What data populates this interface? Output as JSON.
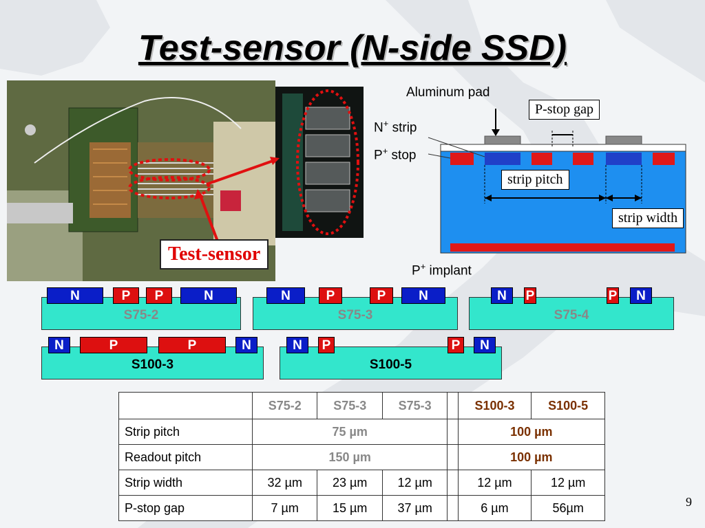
{
  "title": "Test-sensor (N-side SSD)",
  "photo": {
    "label": "Test-sensor"
  },
  "cross_section": {
    "aluminum_pad": "Aluminum pad",
    "n_strip_prefix": "N",
    "n_strip_sup": "+",
    "n_strip_suffix": " strip",
    "p_stop_prefix": "P",
    "p_stop_sup": "+",
    "p_stop_suffix": " stop",
    "p_implant_prefix": "P",
    "p_implant_sup": "+",
    "p_implant_suffix": " implant",
    "pstop_gap": "P-stop gap",
    "strip_pitch": "strip pitch",
    "strip_width": "strip width"
  },
  "sensors": {
    "s75_2": {
      "name": "S75-2",
      "chips": [
        "N",
        "P",
        "P",
        "N"
      ]
    },
    "s75_3": {
      "name": "S75-3",
      "chips": [
        "N",
        "P",
        "P",
        "N"
      ]
    },
    "s75_4": {
      "name": "S75-4",
      "chips": [
        "N",
        "P",
        "P",
        "N"
      ]
    },
    "s100_3": {
      "name": "S100-3",
      "chips": [
        "N",
        "P",
        "P",
        "N"
      ]
    },
    "s100_5": {
      "name": "S100-5",
      "chips": [
        "N",
        "P",
        "P",
        "N"
      ]
    }
  },
  "table": {
    "headers": [
      "S75-2",
      "S75-3",
      "S75-3",
      "S100-3",
      "S100-5"
    ],
    "rows": [
      {
        "label": "Strip pitch",
        "gray": "75 µm",
        "brown": "100 µm"
      },
      {
        "label": "Readout pitch",
        "gray": "150 µm",
        "brown": "100 µm"
      },
      {
        "label": "Strip width",
        "cells": [
          "32 µm",
          "23 µm",
          "12 µm",
          "12 µm",
          "12 µm"
        ]
      },
      {
        "label": "P-stop gap",
        "cells": [
          "7 µm",
          "15 µm",
          "37 µm",
          "6 µm",
          "56µm"
        ]
      }
    ]
  },
  "page_number": "9",
  "colors": {
    "n_chip": "#0a1ec8",
    "p_chip": "#dd1010",
    "sensor_body": "#33e6cc",
    "label_red": "#e00000",
    "gray_text": "#888888",
    "brown_text": "#7a3000"
  }
}
